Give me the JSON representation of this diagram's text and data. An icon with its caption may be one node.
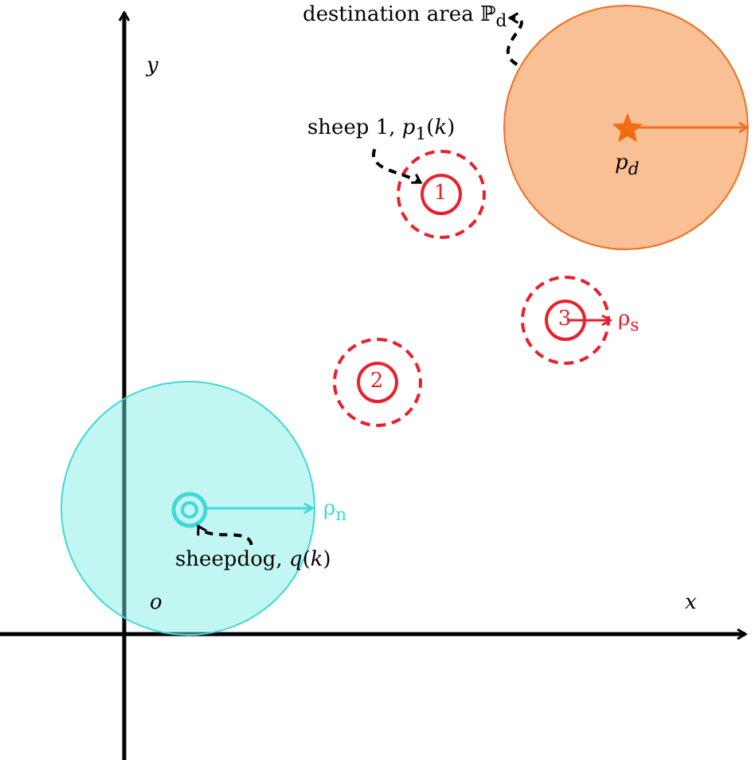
{
  "diagram": {
    "nodes": [
      {
        "text": [
          "destination area ℙ$_{d}$"
        ]
      },
      {
        "text": [],
        "shape": "circle"
      },
      {
        "text": [
          "sheep 1, *p*$_{1}$(*k*)"
        ]
      },
      {
        "text": [
          "1"
        ]
      },
      {
        "text": [
          "2"
        ]
      },
      {
        "text": [
          "3"
        ],
        "beside": [
          "ρ$_{s}$"
        ]
      },
      {
        "text": [],
        "shape": "circle"
      },
      {
        "text": [
          "sheepdog, *q*(*k*)"
        ]
      }
    ],
    "edges": [
      {
        "from": 1,
        "to": 0,
        "arrow": "to",
        "style": "dashed"
      },
      {
        "from": 2,
        "to": 3,
        "arrow": "to",
        "style": "dashed"
      },
      {
        "from": 7,
        "to": 6,
        "arrow": "to",
        "style": "dashed"
      }
    ],
    "labels": [
      "y",
      "p$_{d}$",
      "ρ$_{n}$",
      "o",
      "x"
    ]
  }
}
